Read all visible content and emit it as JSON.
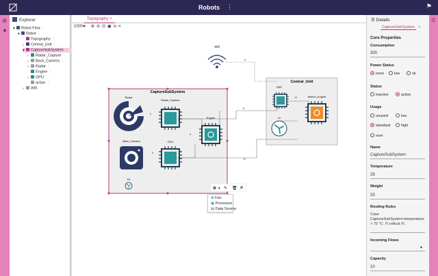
{
  "app": {
    "title": "Robots",
    "menu_glyph": "⋮"
  },
  "explorer": {
    "title": "Explorer",
    "tree": [
      {
        "label": "Robot.Flow",
        "depth": 0,
        "color": "#3c4d7a"
      },
      {
        "label": "Robot",
        "depth": 1,
        "color": "#3c4d7a"
      },
      {
        "label": "Topography",
        "depth": 2,
        "color": "#b5357a"
      },
      {
        "label": "Central_Unit",
        "depth": 2,
        "color": "#3c4d7a"
      },
      {
        "label": "CaptureSubSystem",
        "depth": 2,
        "color": "#b5357a",
        "selected": true
      },
      {
        "label": "Radar_Capture",
        "depth": 3,
        "color": "#2a8a8a"
      },
      {
        "label": "Back_Camera",
        "depth": 3,
        "color": "#999"
      },
      {
        "label": "Radar",
        "depth": 3,
        "color": "#999"
      },
      {
        "label": "Engine",
        "depth": 3,
        "color": "#2a8a8a"
      },
      {
        "label": "GPU",
        "depth": 3,
        "color": "#2a8a8a"
      },
      {
        "label": "active",
        "depth": 3,
        "color": "#999"
      },
      {
        "label": "Wifi",
        "depth": 2,
        "color": "#999"
      }
    ]
  },
  "editor": {
    "tab_label": "Topography",
    "tab_close": "×",
    "zoom": "100%"
  },
  "diagram": {
    "wifi_label": "Wifi",
    "capture_title": "CaptureSubSystem",
    "central_title": "Central_Unit",
    "nodes": {
      "radar": "Radar",
      "radar_capture": "Radar_Capture",
      "engine": "Engine",
      "back_camera": "Back_Camera",
      "gpu": "GPU",
      "dsp": "DSP",
      "motion_engine": "Motion_Engine",
      "io": "I/O",
      "small": "IO"
    },
    "edge_labels": [
      "8",
      "8",
      "8",
      "8",
      "10",
      "10",
      "6"
    ]
  },
  "context_menu": {
    "items": [
      "Fan",
      "Processor",
      "Data Source"
    ]
  },
  "details": {
    "title": "Details",
    "tab": "CaptureSubSystem",
    "section": "Core Properties",
    "consumption": {
      "label": "Consumption",
      "value": "300"
    },
    "power_status": {
      "label": "Power Status",
      "options": [
        "none",
        "low",
        "ok"
      ],
      "selected": "none"
    },
    "status": {
      "label": "Status",
      "options": [
        "inactive",
        "active"
      ],
      "selected": "active"
    },
    "usage": {
      "label": "Usage",
      "options": [
        "unused",
        "low",
        "standard",
        "high",
        "over"
      ],
      "selected": "standard"
    },
    "name": {
      "label": "Name",
      "value": "CaptureSubSystem"
    },
    "temperature": {
      "label": "Temperature",
      "value": "28"
    },
    "weight": {
      "label": "Weight",
      "value": "33"
    },
    "routing": {
      "label": "Routing Rules",
      "value": "Case CaptureSubSystem.temperature > 70 °C: /!\\ critical /!\\;"
    },
    "incoming": {
      "label": "Incoming Flows",
      "value": ""
    },
    "capacity": {
      "label": "Capacity",
      "value": "10"
    }
  }
}
